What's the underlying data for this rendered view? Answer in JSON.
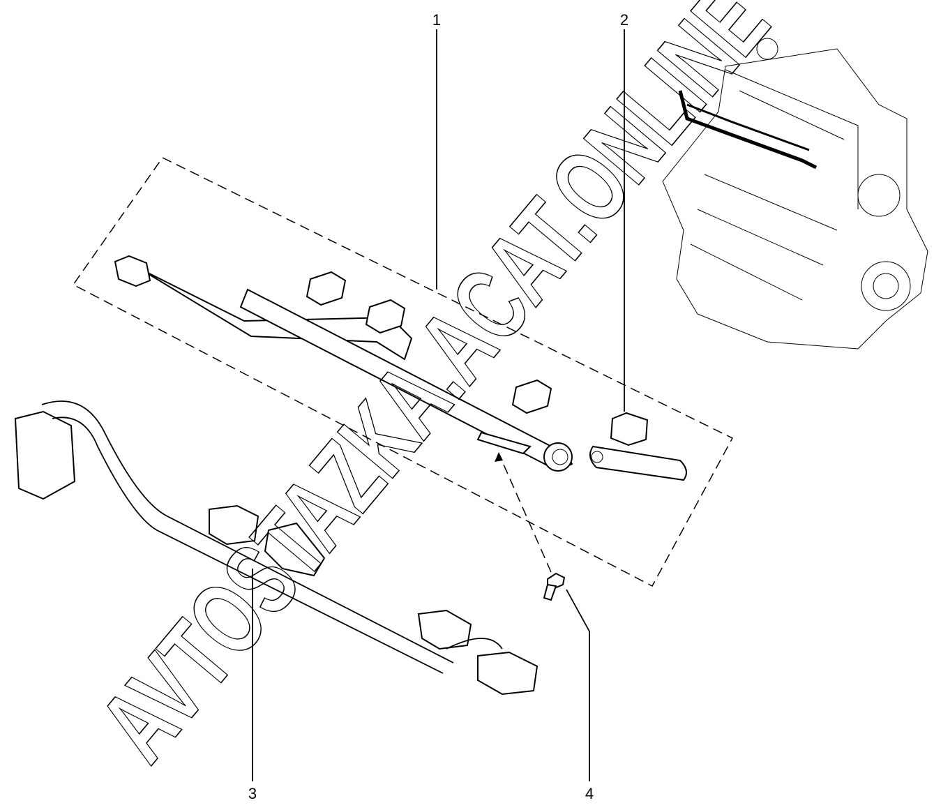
{
  "diagram": {
    "callouts": [
      {
        "id": "1",
        "label": "1"
      },
      {
        "id": "2",
        "label": "2"
      },
      {
        "id": "3",
        "label": "3"
      },
      {
        "id": "4",
        "label": "4"
      }
    ],
    "watermark": "AVTOSTAZKA.ACAT.ONLINE"
  }
}
